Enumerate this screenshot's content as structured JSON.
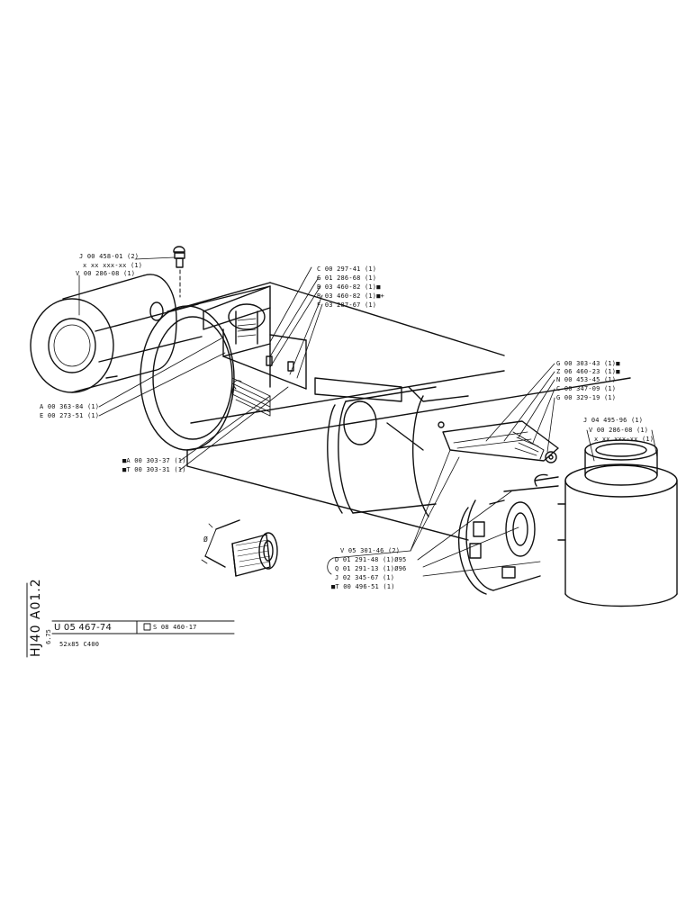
{
  "labels": {
    "top_left": [
      "J 00 458-01 (2)",
      "x xx xxx-xx (1)",
      "V 00 286-08 (1)"
    ],
    "top_center": [
      "C 00 297-41 (1)",
      "G 01 286-68 (1)",
      "B 03 460-82 (1)■",
      "B 03 460-82 (1)■+",
      "F 03 287-67 (1)"
    ],
    "left_mid": [
      "A 00 363-84 (1)",
      "E 00 273-51 (1)"
    ],
    "left_low": [
      "■A 00 303-37 (1)",
      "■T 00 303-31 (1)"
    ],
    "right_upper": [
      "G 00 303-43 (1)■",
      "Z 06 460-23 (1)■",
      "N 00 453-45 (1)",
      "C 00 347-09 (1)",
      "G 00 329-19 (1)"
    ],
    "right_mid": [
      "J 04 495-96 (1)",
      "V 00 286-08 (1)",
      "x xx xxx-xx (1)"
    ],
    "bottom_center": [
      "V 05 301-46 (2)",
      "D 01 291-48 (1)Ø95",
      "Q 01 291-13 (1)Ø96",
      "J 02 345-67 (1)",
      "■T 00 496-51 (1)"
    ]
  },
  "detail_symbol": "Ø",
  "titleblock": {
    "side_code": "HJ40  A01.2",
    "side_date": "6.75",
    "part_number": "U 05 467-74",
    "alt_ref": "S 08 460-17",
    "description": "52x85 C400"
  }
}
